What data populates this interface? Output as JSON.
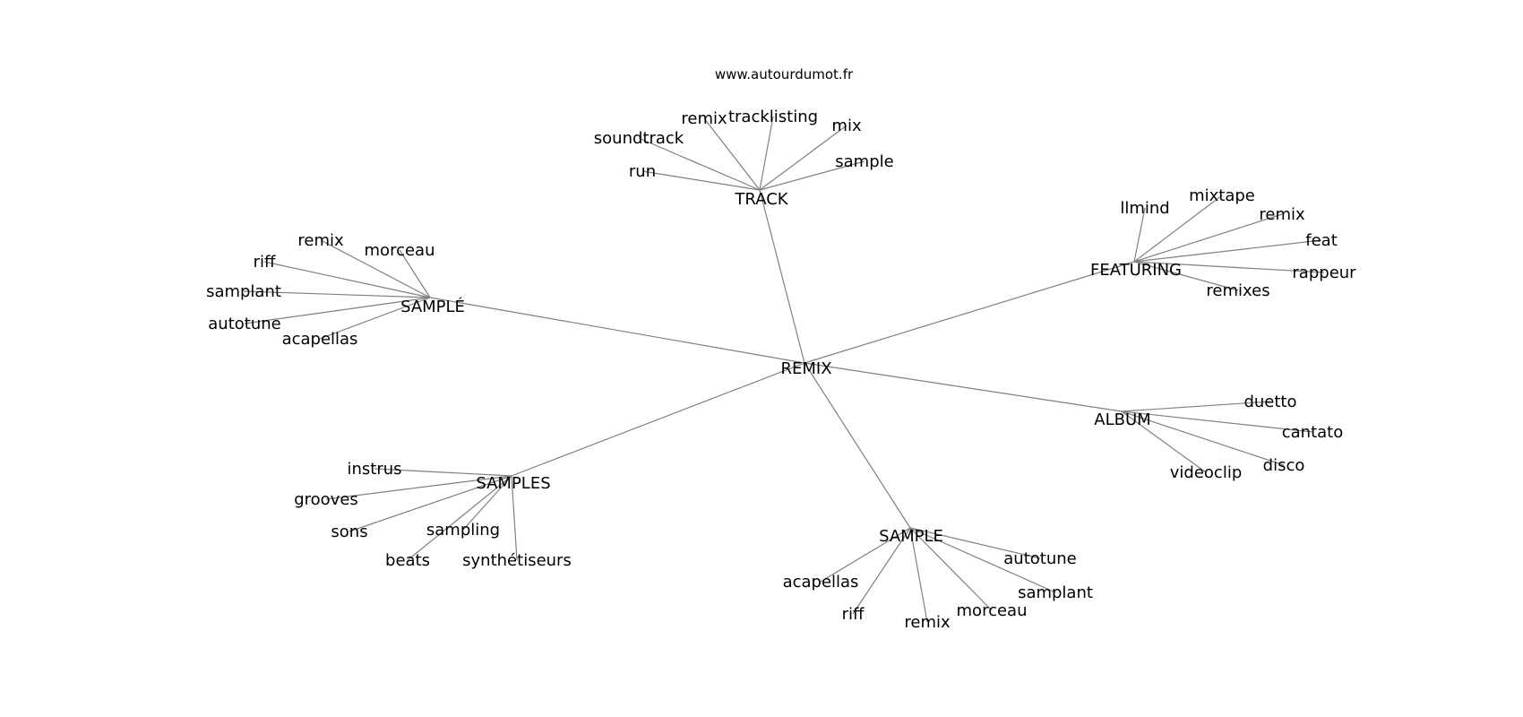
{
  "source": "www.autourdumot.fr",
  "edge_color": "#808080",
  "text_color": "#000000",
  "background_color": "#ffffff",
  "center": "REMIX",
  "clusters": [
    {
      "hub": "TRACK",
      "leaves": [
        "run",
        "soundtrack",
        "remix",
        "tracklisting",
        "mix",
        "sample"
      ]
    },
    {
      "hub": "FEATURING",
      "leaves": [
        "llmind",
        "mixtape",
        "remix",
        "feat",
        "rappeur",
        "remixes"
      ]
    },
    {
      "hub": "SAMPLÉ",
      "leaves": [
        "remix",
        "morceau",
        "riff",
        "samplant",
        "autotune",
        "acapellas"
      ]
    },
    {
      "hub": "ALBUM",
      "leaves": [
        "duetto",
        "cantato",
        "disco",
        "videoclip"
      ]
    },
    {
      "hub": "SAMPLES",
      "leaves": [
        "instrus",
        "grooves",
        "sons",
        "sampling",
        "beats",
        "synthétiseurs"
      ]
    },
    {
      "hub": "SAMPLE",
      "leaves": [
        "autotune",
        "samplant",
        "morceau",
        "remix",
        "riff",
        "acapellas"
      ]
    }
  ]
}
